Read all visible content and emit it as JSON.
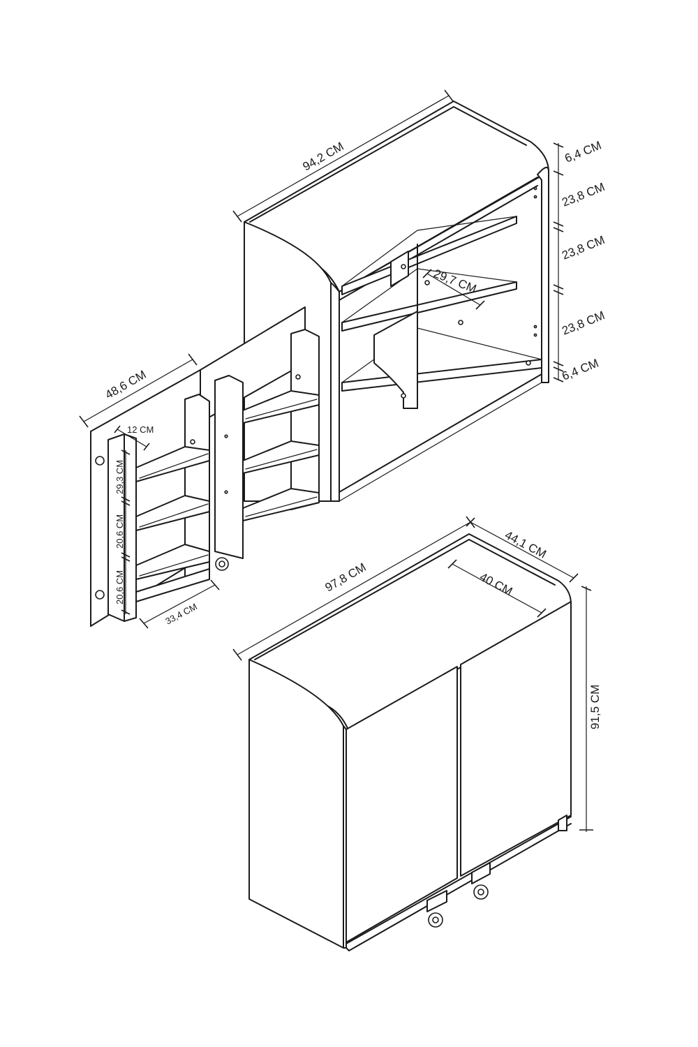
{
  "colors": {
    "line": "#1a1a1a",
    "background": "#ffffff"
  },
  "dimensions": {
    "upper_width": "94,2 CM",
    "top_rail": "6,4 CM",
    "shelf_gap_1": "23,8 CM",
    "shelf_gap_2": "23,8 CM",
    "shelf_gap_3": "23,8 CM",
    "bottom_rail": "6,4 CM",
    "shelf_depth": "29,7 CM",
    "door_width": "48,6 CM",
    "rack_depth": "12 CM",
    "rack_gap_1": "29,3 CM",
    "rack_gap_2": "20,6 CM",
    "rack_gap_3": "20,6 CM",
    "rack_width": "33,4 CM",
    "lower_width": "97,8 CM",
    "lower_depth_outer": "44,1 CM",
    "lower_depth_inner": "40 CM",
    "lower_height": "91,5 CM"
  }
}
